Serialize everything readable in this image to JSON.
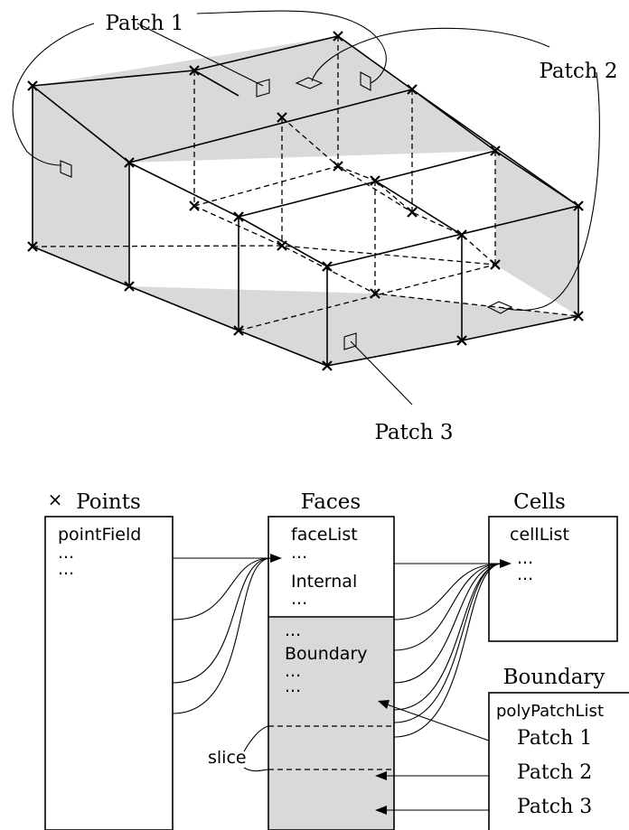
{
  "mesh": {
    "labels": {
      "patch1": "Patch 1",
      "patch2": "Patch 2",
      "patch3": "Patch 3"
    }
  },
  "structure": {
    "points": {
      "title": "Points",
      "marker": "×",
      "items": [
        "pointField",
        "...",
        "..."
      ]
    },
    "faces": {
      "title": "Faces",
      "internal_items": [
        "faceList",
        "...",
        "Internal",
        "..."
      ],
      "boundary_items": [
        "...",
        "Boundary",
        "...",
        "..."
      ],
      "slice_label": "slice"
    },
    "cells": {
      "title": "Cells",
      "items": [
        "cellList",
        "...",
        "..."
      ]
    },
    "boundary": {
      "title": "Boundary",
      "items": [
        "polyPatchList",
        "Patch 1",
        "Patch 2",
        "Patch 3"
      ]
    }
  },
  "colors": {
    "shade": "#d9d9d9",
    "line": "#000000",
    "background": "#ffffff"
  }
}
